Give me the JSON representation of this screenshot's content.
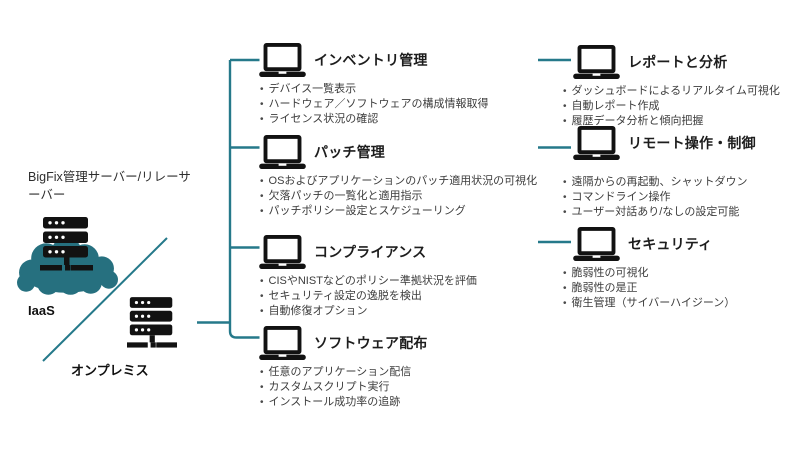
{
  "left_panel": {
    "server_label": "BigFix管理サーバー/リレーサーバー",
    "iaas_label": "IaaS",
    "onprem_label": "オンプレミス"
  },
  "sections": [
    {
      "title": "インベントリ管理",
      "bullets": [
        "デバイス一覧表示",
        "ハードウェア／ソフトウェアの構成情報取得",
        "ライセンス状況の確認"
      ]
    },
    {
      "title": "パッチ管理",
      "bullets": [
        "OSおよびアプリケーションのパッチ適用状況の可視化",
        "欠落パッチの一覧化と適用指示",
        "パッチポリシー設定とスケジューリング"
      ]
    },
    {
      "title": "コンプライアンス",
      "bullets": [
        "CISやNISTなどのポリシー準拠状況を評価",
        "セキュリティ設定の逸脱を検出",
        "自動修復オプション"
      ]
    },
    {
      "title": "ソフトウェア配布",
      "bullets": [
        "任意のアプリケーション配信",
        "カスタムスクリプト実行",
        "インストール成功率の追跡"
      ]
    },
    {
      "title": "レポートと分析",
      "bullets": [
        "ダッシュボードによるリアルタイム可視化",
        "自動レポート作成",
        "履歴データ分析と傾向把握"
      ]
    },
    {
      "title": "リモート操作・制御",
      "bullets": [
        "遠隔からの再起動、シャットダウン",
        "コマンドライン操作",
        "ユーザー対話あり/なしの設定可能"
      ]
    },
    {
      "title": "セキュリティ",
      "bullets": [
        "脆弱性の可視化",
        "脆弱性の是正",
        "衛生管理（サイバーハイジーン）"
      ]
    }
  ],
  "colors": {
    "accent_teal": "#25798A",
    "cloud_teal": "#26707F",
    "icon_black": "#121212"
  }
}
